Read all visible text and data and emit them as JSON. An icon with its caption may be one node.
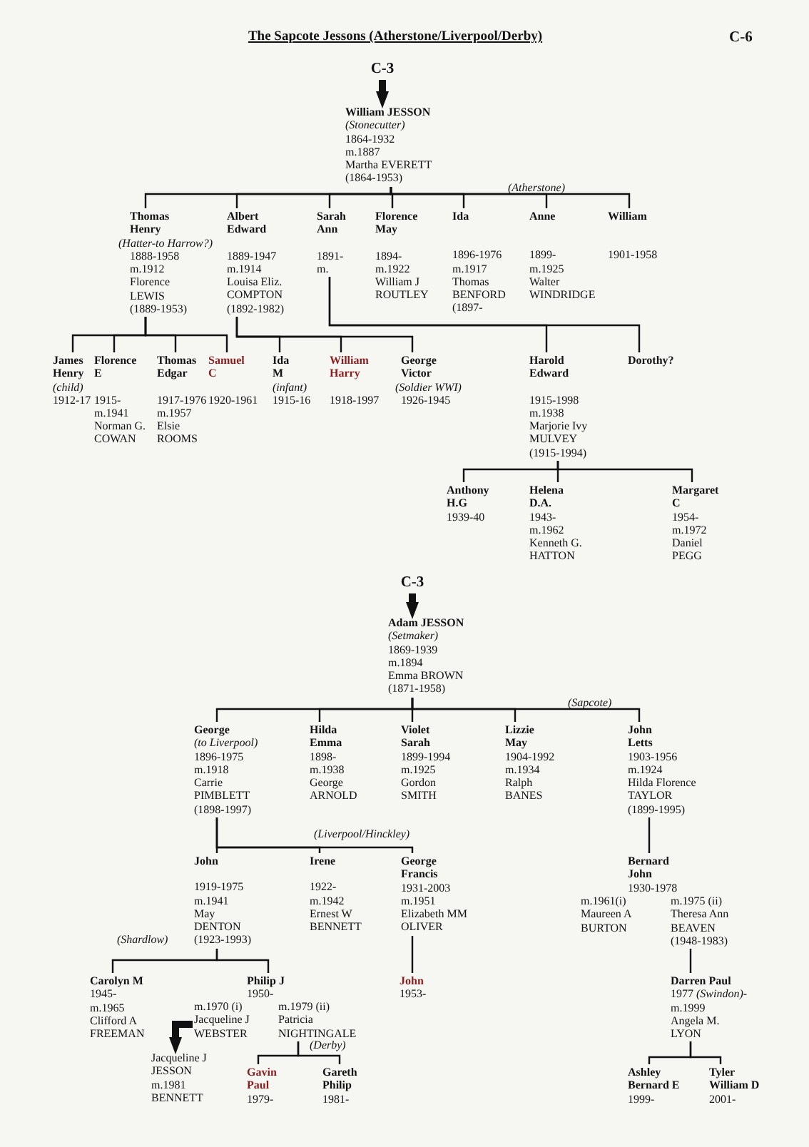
{
  "diagram": {
    "title": "The Sapcote Jessons (Atherstone/Liverpool/Derby)",
    "nodes": [
      {
        "text": [
          "C-3"
        ]
      },
      {
        "text": [
          "William JESSON",
          "(Stonecutter)",
          "1864-1932",
          "m.1887",
          "Martha EVERETT",
          "(1864-1953)"
        ]
      },
      {
        "text": [
          "Thomas Henry",
          "(Hatter-to Harrow?)",
          "1888-1958",
          "m.1912",
          "Florence LEWIS",
          "(1889-1953)"
        ]
      },
      {
        "text": [
          "Albert Edward",
          "1889-1947",
          "m.1914",
          "Louisa Eliz. COMPTON",
          "(1892-1982)"
        ]
      },
      {
        "text": [
          "Sarah Ann",
          "1891-",
          "m."
        ]
      },
      {
        "text": [
          "Florence May",
          "1894-",
          "m.1922",
          "William J ROUTLEY"
        ]
      },
      {
        "text": [
          "Ida",
          "1896-1976",
          "m.1917",
          "Thomas BENFORD",
          "(1897-"
        ]
      },
      {
        "text": [
          "Anne",
          "1899-",
          "m.1925",
          "Walter WINDRIDGE"
        ]
      },
      {
        "text": [
          "William",
          "1901-1958"
        ]
      },
      {
        "text": [
          "James Henry",
          "(child)",
          "1912-17"
        ]
      },
      {
        "text": [
          "Florence E",
          "1915-",
          "m.1941",
          "Norman G. COWAN"
        ]
      },
      {
        "text": [
          "Thomas Edgar",
          "1917-1976",
          "m.1957",
          "Elsie ROOMS"
        ]
      },
      {
        "text": [
          "Samuel C",
          "1920-1961"
        ]
      },
      {
        "text": [
          "Ida M",
          "(infant)",
          "1915-16"
        ]
      },
      {
        "text": [
          "William Harry",
          "1918-1997"
        ]
      },
      {
        "text": [
          "George Victor",
          "(Soldier WWI)",
          "1926-1945"
        ]
      },
      {
        "text": [
          "Harold Edward",
          "1915-1998",
          "m.1938",
          "Marjorie Ivy MULVEY",
          "(1915-1994)"
        ]
      },
      {
        "text": [
          "Dorothy?"
        ]
      },
      {
        "text": [
          "Anthony H.G",
          "1939-40"
        ]
      },
      {
        "text": [
          "Helena D.A.",
          "1943-",
          "m.1962",
          "Kenneth G. HATTON"
        ]
      },
      {
        "text": [
          "Margaret C",
          "1954-",
          "m.1972",
          "Daniel PEGG"
        ]
      },
      {
        "text": [
          "C-3"
        ]
      },
      {
        "text": [
          "Adam JESSON",
          "(Setmaker)",
          "1869-1939",
          "m.1894",
          "Emma BROWN",
          "(1871-1958)"
        ]
      },
      {
        "text": [
          "George",
          "(to Liverpool)",
          "1896-1975",
          "m.1918",
          "Carrie PIMBLETT",
          "(1898-1997)"
        ]
      },
      {
        "text": [
          "Hilda Emma",
          "1898-",
          "m.1938",
          "George ARNOLD"
        ]
      },
      {
        "text": [
          "Violet Sarah",
          "1899-1994",
          "m.1925",
          "Gordon SMITH"
        ]
      },
      {
        "text": [
          "Lizzie May",
          "1904-1992",
          "m.1934",
          "Ralph BANES"
        ]
      },
      {
        "text": [
          "John Letts",
          "1903-1956",
          "m.1924",
          "Hilda Florence TAYLOR",
          "(1899-1995)"
        ]
      },
      {
        "text": [
          "John",
          "1919-1975",
          "m.1941",
          "May DENTON",
          "(1923-1993)"
        ]
      },
      {
        "text": [
          "Irene",
          "1922-",
          "m.1942",
          "Ernest W BENNETT"
        ]
      },
      {
        "text": [
          "George Francis",
          "1931-2003",
          "m.1951",
          "Elizabeth MM OLIVER"
        ]
      },
      {
        "text": [
          "Bernard John",
          "1930-1978"
        ]
      },
      {
        "text": [
          "m.1961(i)",
          "Maureen A BURTON"
        ]
      },
      {
        "text": [
          "m.1975 (ii)",
          "Theresa Ann BEAVEN",
          "(1948-1983)"
        ]
      },
      {
        "text": [
          "Carolyn M",
          "1945-",
          "m.1965",
          "Clifford A FREEMAN"
        ]
      },
      {
        "text": [
          "Philip J",
          "1950-"
        ]
      },
      {
        "text": [
          "John",
          "1953-"
        ]
      },
      {
        "text": [
          "Darren Paul",
          "1977 *(Swindon)*-",
          "m.1999",
          "Angela M. LYON"
        ]
      },
      {
        "text": [
          "m.1970 (i)",
          "Jacqueline J WEBSTER"
        ]
      },
      {
        "text": [
          "m.1979 (ii)",
          "Patricia NIGHTINGALE"
        ]
      },
      {
        "text": [
          "Jacqueline J JESSON",
          "m.1981",
          "BENNETT"
        ]
      },
      {
        "text": [
          "Gavin Paul",
          "1979-"
        ]
      },
      {
        "text": [
          "Gareth Philip",
          "1981-"
        ]
      },
      {
        "text": [
          "Ashley Bernard E",
          "1999-"
        ]
      },
      {
        "text": [
          "Tyler William D",
          "2001-"
        ]
      }
    ],
    "edges": [
      {
        "from": 0,
        "to": 1,
        "arrow": "to",
        "style": "thick"
      },
      {
        "from": 1,
        "to": 2,
        "arrow": "none"
      },
      {
        "from": 1,
        "to": 3,
        "arrow": "none"
      },
      {
        "from": 1,
        "to": 4,
        "arrow": "none"
      },
      {
        "from": 1,
        "to": 5,
        "arrow": "none"
      },
      {
        "from": 1,
        "to": 6,
        "arrow": "none"
      },
      {
        "from": 1,
        "to": 7,
        "arrow": "none"
      },
      {
        "from": 1,
        "to": 8,
        "arrow": "none"
      },
      {
        "from": 2,
        "to": 9,
        "arrow": "none"
      },
      {
        "from": 2,
        "to": 10,
        "arrow": "none"
      },
      {
        "from": 2,
        "to": 11,
        "arrow": "none"
      },
      {
        "from": 2,
        "to": 12,
        "arrow": "none"
      },
      {
        "from": 3,
        "to": 13,
        "arrow": "none"
      },
      {
        "from": 3,
        "to": 14,
        "arrow": "none"
      },
      {
        "from": 3,
        "to": 15,
        "arrow": "none"
      },
      {
        "from": 4,
        "to": 16,
        "arrow": "none"
      },
      {
        "from": 4,
        "to": 17,
        "arrow": "none"
      },
      {
        "from": 16,
        "to": 18,
        "arrow": "none"
      },
      {
        "from": 16,
        "to": 19,
        "arrow": "none"
      },
      {
        "from": 16,
        "to": 20,
        "arrow": "none"
      },
      {
        "from": 21,
        "to": 22,
        "arrow": "to",
        "style": "thick"
      },
      {
        "from": 22,
        "to": 23,
        "arrow": "none"
      },
      {
        "from": 22,
        "to": 24,
        "arrow": "none"
      },
      {
        "from": 22,
        "to": 25,
        "arrow": "none"
      },
      {
        "from": 22,
        "to": 26,
        "arrow": "none"
      },
      {
        "from": 22,
        "to": 27,
        "arrow": "none"
      },
      {
        "from": 23,
        "to": 28,
        "arrow": "none"
      },
      {
        "from": 23,
        "to": 29,
        "arrow": "none"
      },
      {
        "from": 23,
        "to": 30,
        "arrow": "none"
      },
      {
        "from": 27,
        "to": 31,
        "arrow": "none"
      },
      {
        "from": 33,
        "to": 37,
        "arrow": "none"
      },
      {
        "from": 28,
        "to": 34,
        "arrow": "none"
      },
      {
        "from": 28,
        "to": 35,
        "arrow": "none"
      },
      {
        "from": 30,
        "to": 36,
        "arrow": "none"
      },
      {
        "from": 38,
        "to": 40,
        "arrow": "to",
        "style": "thick"
      },
      {
        "from": 39,
        "to": 41,
        "arrow": "none"
      },
      {
        "from": 39,
        "to": 42,
        "arrow": "none"
      },
      {
        "from": 37,
        "to": 43,
        "arrow": "none"
      },
      {
        "from": 37,
        "to": 44,
        "arrow": "none"
      }
    ],
    "labels": [
      "C-6",
      "(Atherstone)",
      "(Sapcote)",
      "(Liverpool/Hinckley)",
      "(Shardlow)",
      "(Derby)"
    ]
  }
}
